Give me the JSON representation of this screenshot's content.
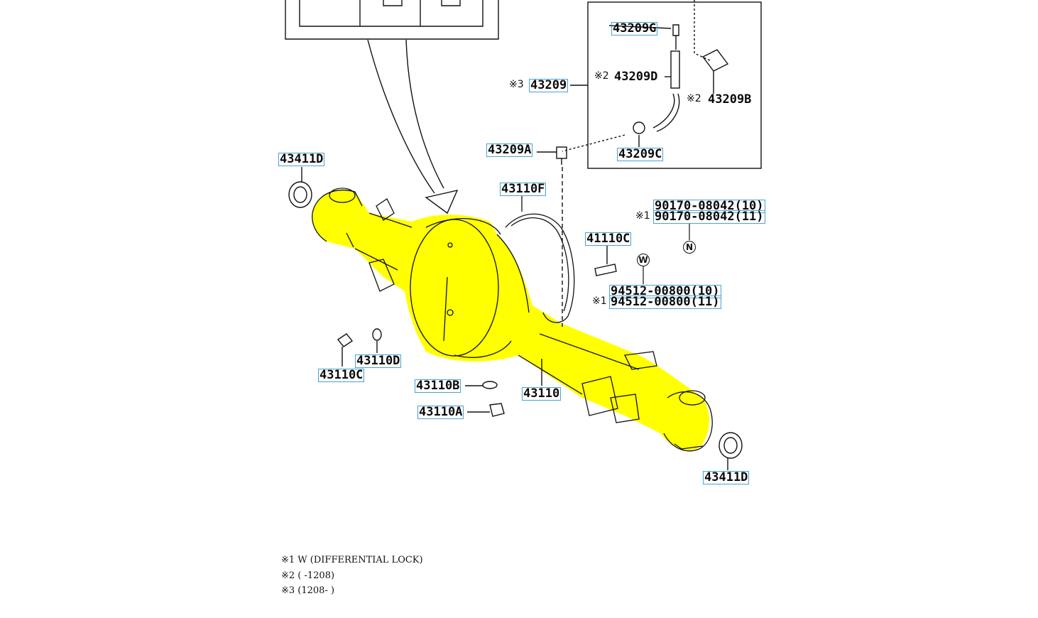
{
  "colors": {
    "highlight": "#ffff00",
    "label_border": "#4aa3d1",
    "ink": "#111111"
  },
  "labels": {
    "p43209G": "43209G",
    "p43209D": "43209D",
    "p43209": "43209",
    "p43209B": "43209B",
    "p43209A": "43209A",
    "p43209C": "43209C",
    "p43411D_a": "43411D",
    "p43110F": "43110F",
    "p90170_10": "90170-08042(10)",
    "p90170_11": "90170-08042(11)",
    "p41110C": "41110C",
    "p94512_10": "94512-00800(10)",
    "p94512_11": "94512-00800(11)",
    "p43110D": "43110D",
    "p43110C": "43110C",
    "p43110B": "43110B",
    "p43110": "43110",
    "p43110A": "43110A",
    "p43411D_b": "43411D"
  },
  "marks": {
    "m43209": "※3",
    "m43209D": "※2",
    "m43209B": "※2",
    "m90170": "※1",
    "m94512": "※1"
  },
  "symbols": {
    "n": "N",
    "w": "W"
  },
  "legend": {
    "line1": "※1 W (DIFFERENTIAL LOCK)",
    "line2": "※2 (        -1208)",
    "line3": "※3 (1208-        )"
  }
}
